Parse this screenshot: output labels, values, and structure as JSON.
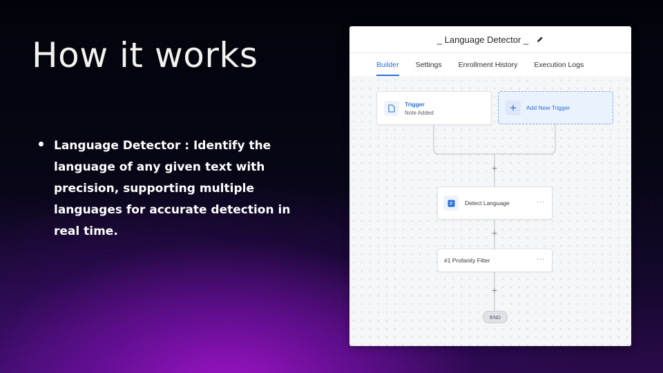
{
  "slide": {
    "title": "How it works",
    "bullets": [
      "Language Detector : Identify the language of any given text with precision, supporting multiple languages for accurate detection in real time."
    ]
  },
  "workflow": {
    "title": "_ Language Detector _",
    "tabs": [
      "Builder",
      "Settings",
      "Enrollment History",
      "Execution Logs"
    ],
    "active_tab": "Builder",
    "trigger": {
      "title": "Trigger",
      "subtitle": "Note Added",
      "icon": "document-icon"
    },
    "add_trigger_label": "Add New Trigger",
    "steps": [
      {
        "label": "Detect Language",
        "icon": "note-icon",
        "more": "···"
      },
      {
        "label": "#1 Profanity Filter",
        "more": "···"
      }
    ],
    "plus_symbol": "+",
    "end_label": "END"
  },
  "colors": {
    "accent": "#2b6fd6",
    "canvas": "#f5f6f8",
    "title": "#f2f2ee"
  }
}
